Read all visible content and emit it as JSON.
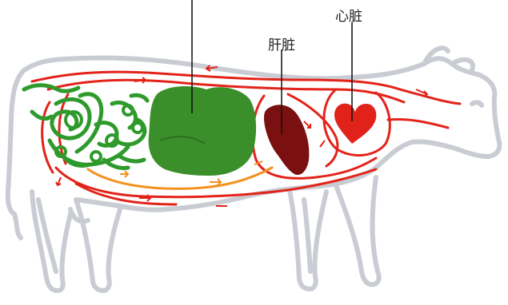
{
  "labels": {
    "liver": "肝脏",
    "heart": "心脏"
  },
  "colors": {
    "outline": "#c9ccd3",
    "vessel_red": "#e2231a",
    "vessel_orange": "#f39220",
    "stomach": "#3b8f2a",
    "intestine": "#2f9a2c",
    "liver": "#7a1010",
    "heart": "#e0221a",
    "pointer": "#111111"
  },
  "icons": [
    "cow-outline",
    "stomach-icon",
    "intestine-icon",
    "liver-icon",
    "heart-icon"
  ]
}
